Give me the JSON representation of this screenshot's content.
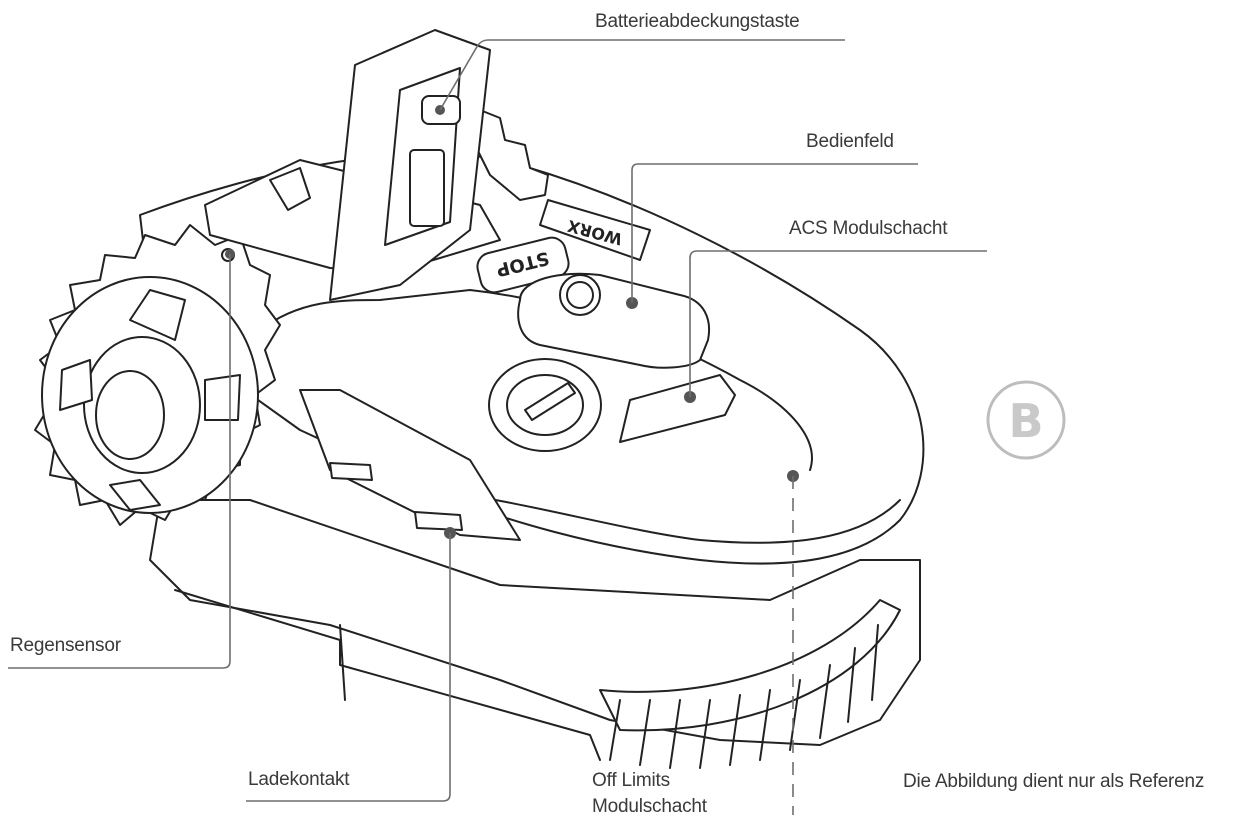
{
  "labels": {
    "battery_cover_button": "Batterieabdeckungstaste",
    "control_panel": "Bedienfeld",
    "acs_module_slot": "ACS Modulschacht",
    "rain_sensor": "Regensensor",
    "charging_contact": "Ladekontakt",
    "off_limits_line1": "Off Limits",
    "off_limits_line2": "Modulschacht"
  },
  "figure_badge": "B",
  "device_marks": {
    "stop_button": "STOP",
    "brand": "WORX"
  },
  "note": "Die Abbildung dient nur als Referenz",
  "colors": {
    "line": "#6e6e6e",
    "body_stroke": "#222222",
    "text": "#3a3a3a",
    "badge": "#c9c9c9"
  }
}
